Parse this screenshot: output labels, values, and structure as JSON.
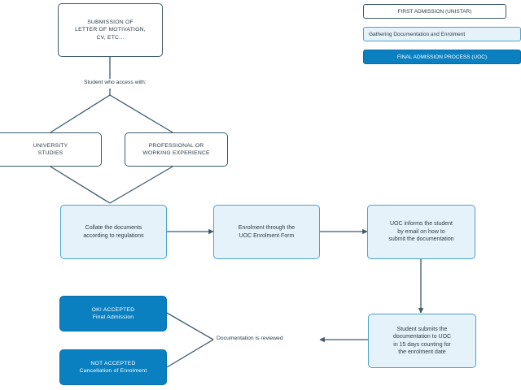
{
  "legend": {
    "items": [
      {
        "label": "FIRST ADMISSION (UNISTAR)",
        "style": "outline"
      },
      {
        "label": "Gathering Documentation and Enrolment",
        "style": "light"
      },
      {
        "label": "FINAL ADMISSION PROCESS (UOC)",
        "style": "dark"
      }
    ]
  },
  "nodes": {
    "submission": "SUBMISSION OF\nLETTER OF MOTIVATION,\nCV, ETC...",
    "university_studies": "UNIVERSITY\nSTUDIES",
    "professional_experience": "PROFESSIONAL OR\nWORKING EXPERIENCE",
    "collate_documents": "Collate the documents\naccording to regulations",
    "enrolment_form": "Enrolment through the\nUOC Enrolment Form",
    "uoc_informs": "UOC informs the student\nby email on how to\nsubmit the documentation",
    "student_submits": "Student submits the\ndocumentation to UOC\nin 15 days counting for\nthe enrolment date",
    "accepted": "OK! ACCEPTED\nFinal Admission",
    "not_accepted": "NOT ACCEPTED\nCancellation of Enrolment"
  },
  "labels": {
    "student_access": "Student who access with:",
    "documentation_reviewed": "Documentation is reviewed"
  },
  "colors": {
    "line": "#3e5a6a",
    "light_border": "#4aa3cf",
    "light_fill": "#e6f2f9",
    "dark_fill": "#0b80c0"
  }
}
